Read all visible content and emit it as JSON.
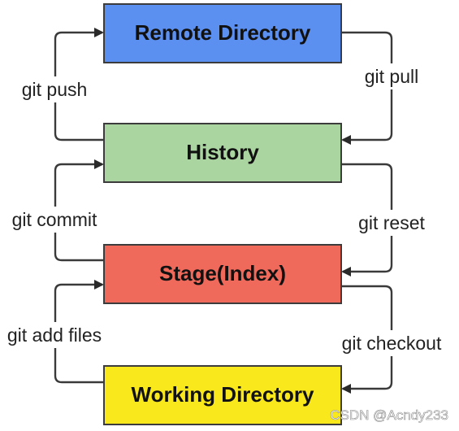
{
  "boxes": {
    "remote": {
      "label": "Remote Directory",
      "color": "#5b8ff0"
    },
    "history": {
      "label": "History",
      "color": "#abd5a0"
    },
    "stage": {
      "label": "Stage(Index)",
      "color": "#f06a5c"
    },
    "working": {
      "label": "Working Directory",
      "color": "#f8e81c"
    }
  },
  "edges": {
    "push": "git push",
    "pull": "git pull",
    "commit": "git commit",
    "reset": "git reset",
    "add": "git add files",
    "checkout": "git checkout"
  },
  "watermark": "CSDN @Acndy233",
  "colors": {
    "stroke": "#3a3a3a",
    "text": "#111111"
  }
}
